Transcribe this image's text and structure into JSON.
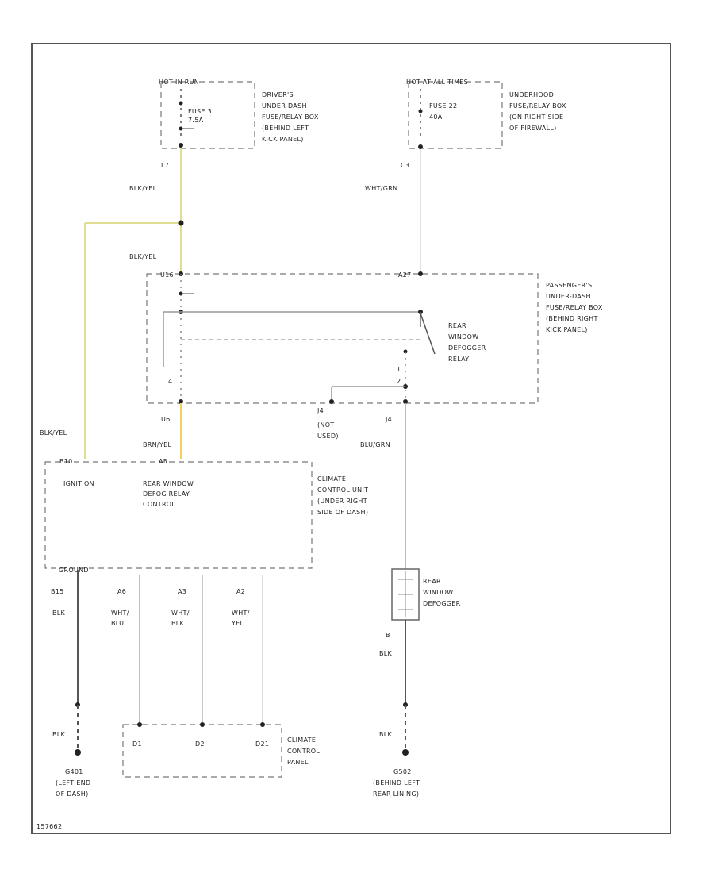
{
  "top_left": {
    "source": "HOT IN RUN",
    "fuse": [
      "FUSE 3",
      "7.5A"
    ],
    "box_desc": [
      "DRIVER'S",
      "UNDER-DASH",
      "FUSE/RELAY BOX",
      "(BEHIND LEFT",
      "KICK PANEL)"
    ],
    "connector": "L7"
  },
  "top_right": {
    "source": "HOT AT ALL TIMES",
    "fuse": [
      "FUSE 22",
      "40A"
    ],
    "box_desc": [
      "UNDERHOOD",
      "FUSE/RELAY BOX",
      "(ON RIGHT SIDE",
      "OF FIREWALL)"
    ],
    "connector": "C3"
  },
  "wires": {
    "blk_yel_top": "BLK/YEL",
    "blk_yel_mid": "BLK/YEL",
    "blk_yel_left": "BLK/YEL",
    "wht_grn": "WHT/GRN",
    "brn_yel": "BRN/YEL",
    "blk_grn": "BLU/GRN",
    "blk_1": "BLK",
    "blk_2": "BLK",
    "blk_3": "BLK",
    "blk_4": "BLK",
    "wht_blu": [
      "WHT/",
      "BLU"
    ],
    "wht_blk": [
      "WHT/",
      "BLK"
    ],
    "wht_yel": [
      "WHT/",
      "YEL"
    ]
  },
  "passenger_box": {
    "desc": [
      "PASSENGER'S",
      "UNDER-DASH",
      "FUSE/RELAY BOX",
      "(BEHIND RIGHT",
      "KICK PANEL)"
    ],
    "relay": [
      "REAR",
      "WINDOW",
      "DEFOGGER",
      "RELAY"
    ],
    "conn_left_top": "U16",
    "conn_right_top": "A27",
    "conn_left_bot": "U6",
    "conn_right_bot": "J4",
    "conn_not_used": "J4",
    "not_used": [
      "(NOT",
      "USED)"
    ],
    "pin_a": "4",
    "pin_b": "1",
    "pin_c": "2"
  },
  "climate_unit": {
    "desc": [
      "CLIMATE",
      "CONTROL UNIT",
      "(UNDER RIGHT",
      "SIDE OF DASH)"
    ],
    "ignition": "IGNITION",
    "rear_defog": [
      "REAR WINDOW",
      "DEFOG RELAY",
      "CONTROL"
    ],
    "ground": "GROUND",
    "pin_ign": "B10",
    "pin_defog": "A5",
    "pin_gnd": "B15",
    "pin_a6": "A6",
    "pin_a3": "A3",
    "pin_a2": "A2"
  },
  "defogger": {
    "desc": [
      "REAR",
      "WINDOW",
      "DEFOGGER"
    ],
    "pin": "B"
  },
  "panel": {
    "desc": [
      "CLIMATE",
      "CONTROL",
      "PANEL"
    ],
    "pins": [
      "D1",
      "D2",
      "D21"
    ]
  },
  "grounds": {
    "left_id": "G401",
    "left_desc": [
      "(LEFT END",
      "OF DASH)"
    ],
    "right_id": "G502",
    "right_desc": [
      "(BEHIND LEFT",
      "REAR LINING)"
    ]
  },
  "figure_id": "157662"
}
